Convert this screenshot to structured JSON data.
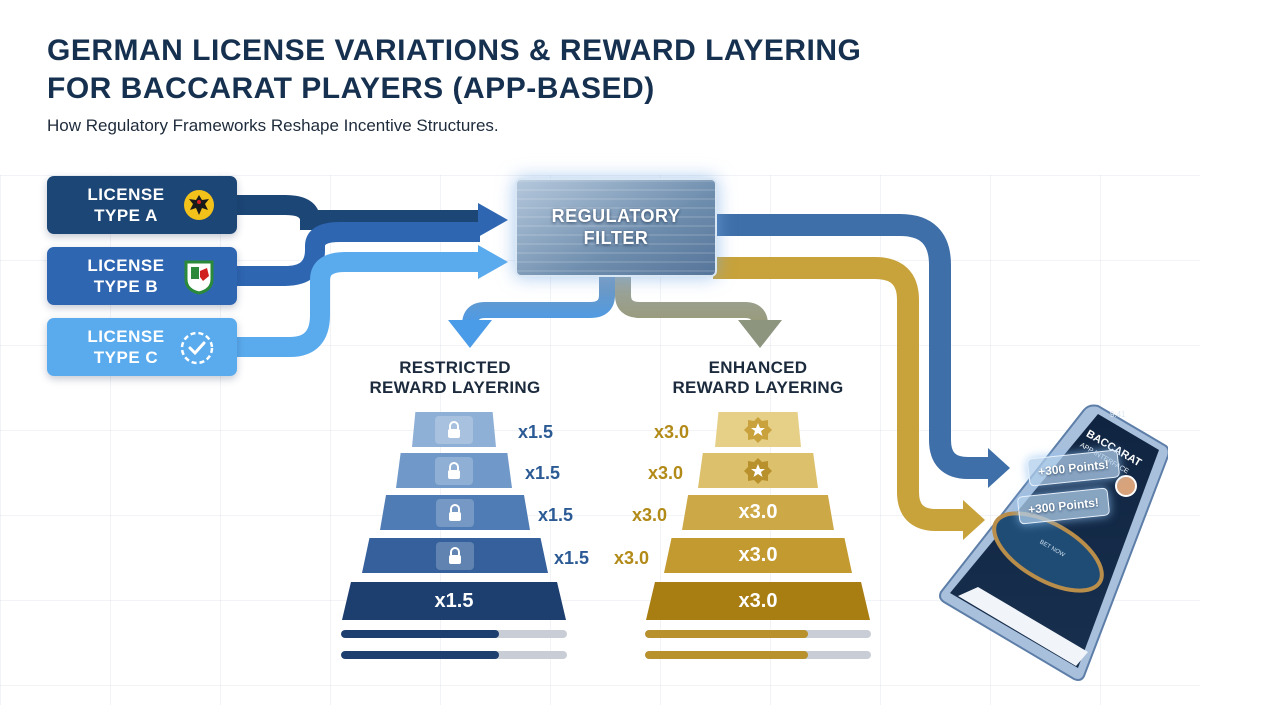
{
  "header": {
    "title_line1": "GERMAN LICENSE VARIATIONS & REWARD LAYERING",
    "title_line2": "FOR BACCARAT PLAYERS (APP-BASED)",
    "subtitle": "How Regulatory Frameworks Reshape Incentive Structures."
  },
  "licenses": [
    {
      "line1": "LICENSE",
      "line2": "TYPE A",
      "color": "#1c4676",
      "icon": "eagle-crest-icon"
    },
    {
      "line1": "LICENSE",
      "line2": "TYPE B",
      "color": "#2e66b2",
      "icon": "state-crest-icon"
    },
    {
      "line1": "LICENSE",
      "line2": "TYPE C",
      "color": "#5aabee",
      "icon": "check-badge-icon"
    }
  ],
  "filter": {
    "line1": "REGULATORY",
    "line2": "FILTER"
  },
  "restricted": {
    "heading_line1": "RESTRICTED",
    "heading_line2": "REWARD LAYERING",
    "side_labels": [
      "x1.5",
      "x1.5",
      "x1.5",
      "x1.5"
    ],
    "base_label": "x1.5",
    "progress": [
      0.7,
      0.7
    ]
  },
  "enhanced": {
    "heading_line1": "ENHANCED",
    "heading_line2": "REWARD LAYERING",
    "side_labels": [
      "x3.0",
      "x3.0",
      "x3.0",
      "x3.0"
    ],
    "tier_labels": [
      "x3.0",
      "x3.0",
      "x3.0"
    ],
    "progress": [
      0.72,
      0.72
    ]
  },
  "phone": {
    "time": "9:41",
    "app_title": "BACCARAT",
    "app_subtitle": "APP INTERFACE",
    "notification_1": "+300 Points!",
    "notification_2": "+300 Points!",
    "table_button": "BET NOW"
  },
  "colors": {
    "navy": "#16304f",
    "blue_dark": "#1c4676",
    "blue_mid": "#2e66b2",
    "blue_light": "#5aabee",
    "gold": "#c8a23a"
  }
}
